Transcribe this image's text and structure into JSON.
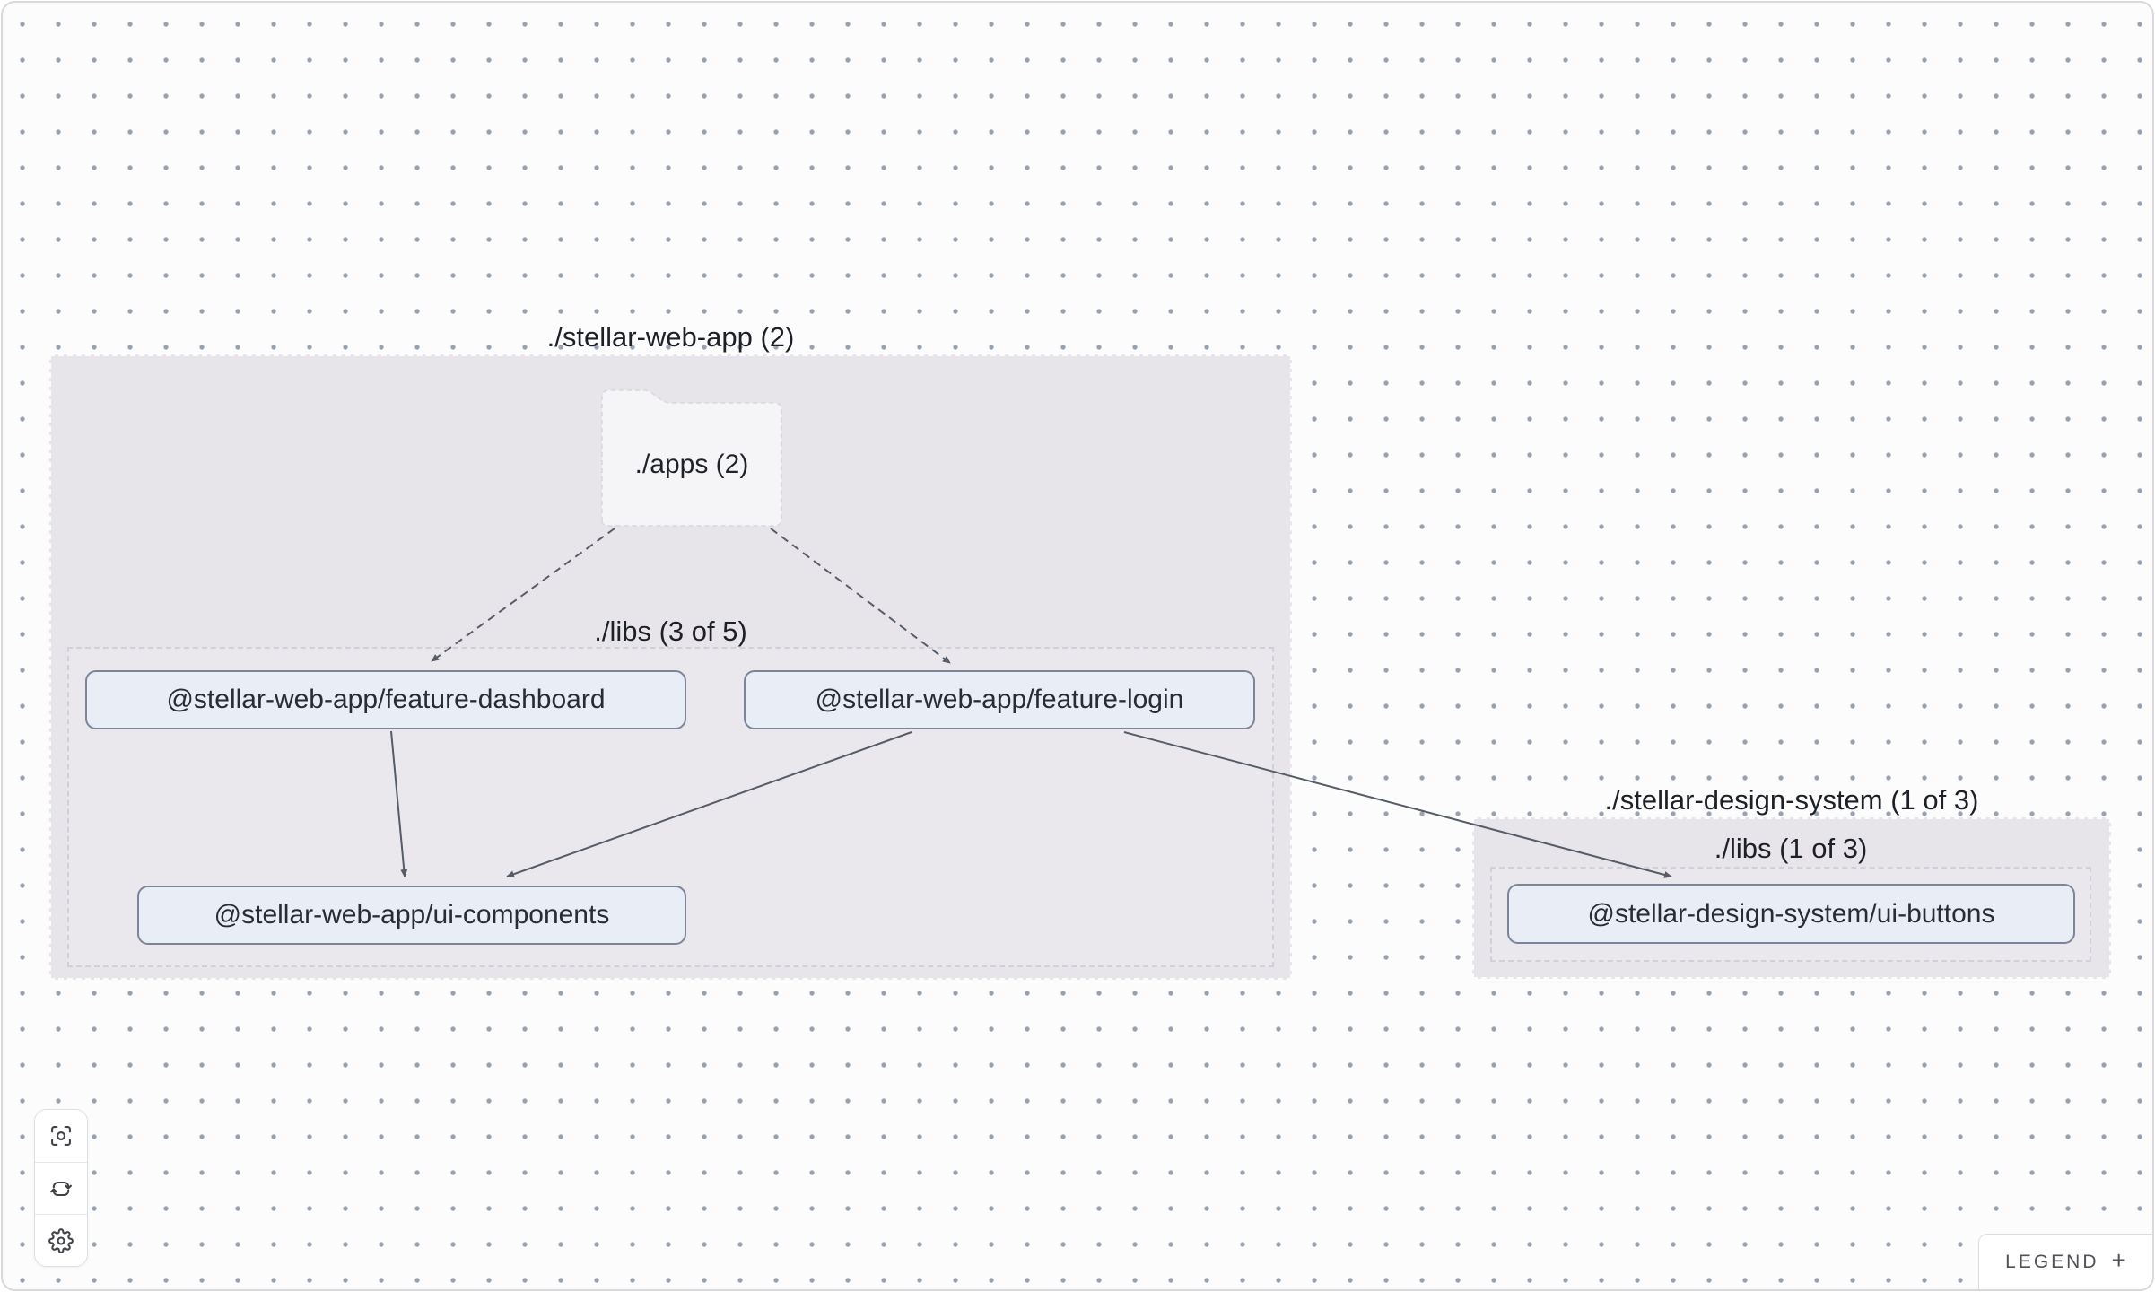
{
  "graph": {
    "groups": [
      {
        "id": "stellar-web-app",
        "title": "./stellar-web-app (2)"
      },
      {
        "id": "webapp-libs",
        "title": "./libs (3 of 5)"
      },
      {
        "id": "stellar-design-system",
        "title": "./stellar-design-system (1 of 3)"
      },
      {
        "id": "design-libs",
        "title": "./libs (1 of 3)"
      }
    ],
    "folder": {
      "label": "./apps (2)"
    },
    "nodes": [
      {
        "id": "feature-dashboard",
        "label": "@stellar-web-app/feature-dashboard"
      },
      {
        "id": "feature-login",
        "label": "@stellar-web-app/feature-login"
      },
      {
        "id": "ui-components",
        "label": "@stellar-web-app/ui-components"
      },
      {
        "id": "ui-buttons",
        "label": "@stellar-design-system/ui-buttons"
      }
    ],
    "edges": [
      {
        "from": "./apps",
        "to": "feature-dashboard",
        "style": "dashed"
      },
      {
        "from": "./apps",
        "to": "feature-login",
        "style": "dashed"
      },
      {
        "from": "feature-dashboard",
        "to": "ui-components",
        "style": "solid"
      },
      {
        "from": "feature-login",
        "to": "ui-components",
        "style": "solid"
      },
      {
        "from": "feature-login",
        "to": "ui-buttons",
        "style": "solid"
      }
    ]
  },
  "toolbar": {
    "buttons": [
      {
        "name": "focus-view",
        "icon": "focus-icon"
      },
      {
        "name": "refresh",
        "icon": "refresh-icon"
      },
      {
        "name": "settings",
        "icon": "gear-icon"
      }
    ]
  },
  "legend": {
    "label": "LEGEND",
    "expand_symbol": "+"
  },
  "colors": {
    "canvas_background": "#fcfcfd",
    "dot_grid": "#9aa3b2",
    "group_fill": "#e7e5e9",
    "libs_fill": "#eae8ec",
    "node_fill": "#e8edf6",
    "node_border": "#7b8498",
    "edge": "#565c68",
    "title_text": "#1d2026"
  }
}
